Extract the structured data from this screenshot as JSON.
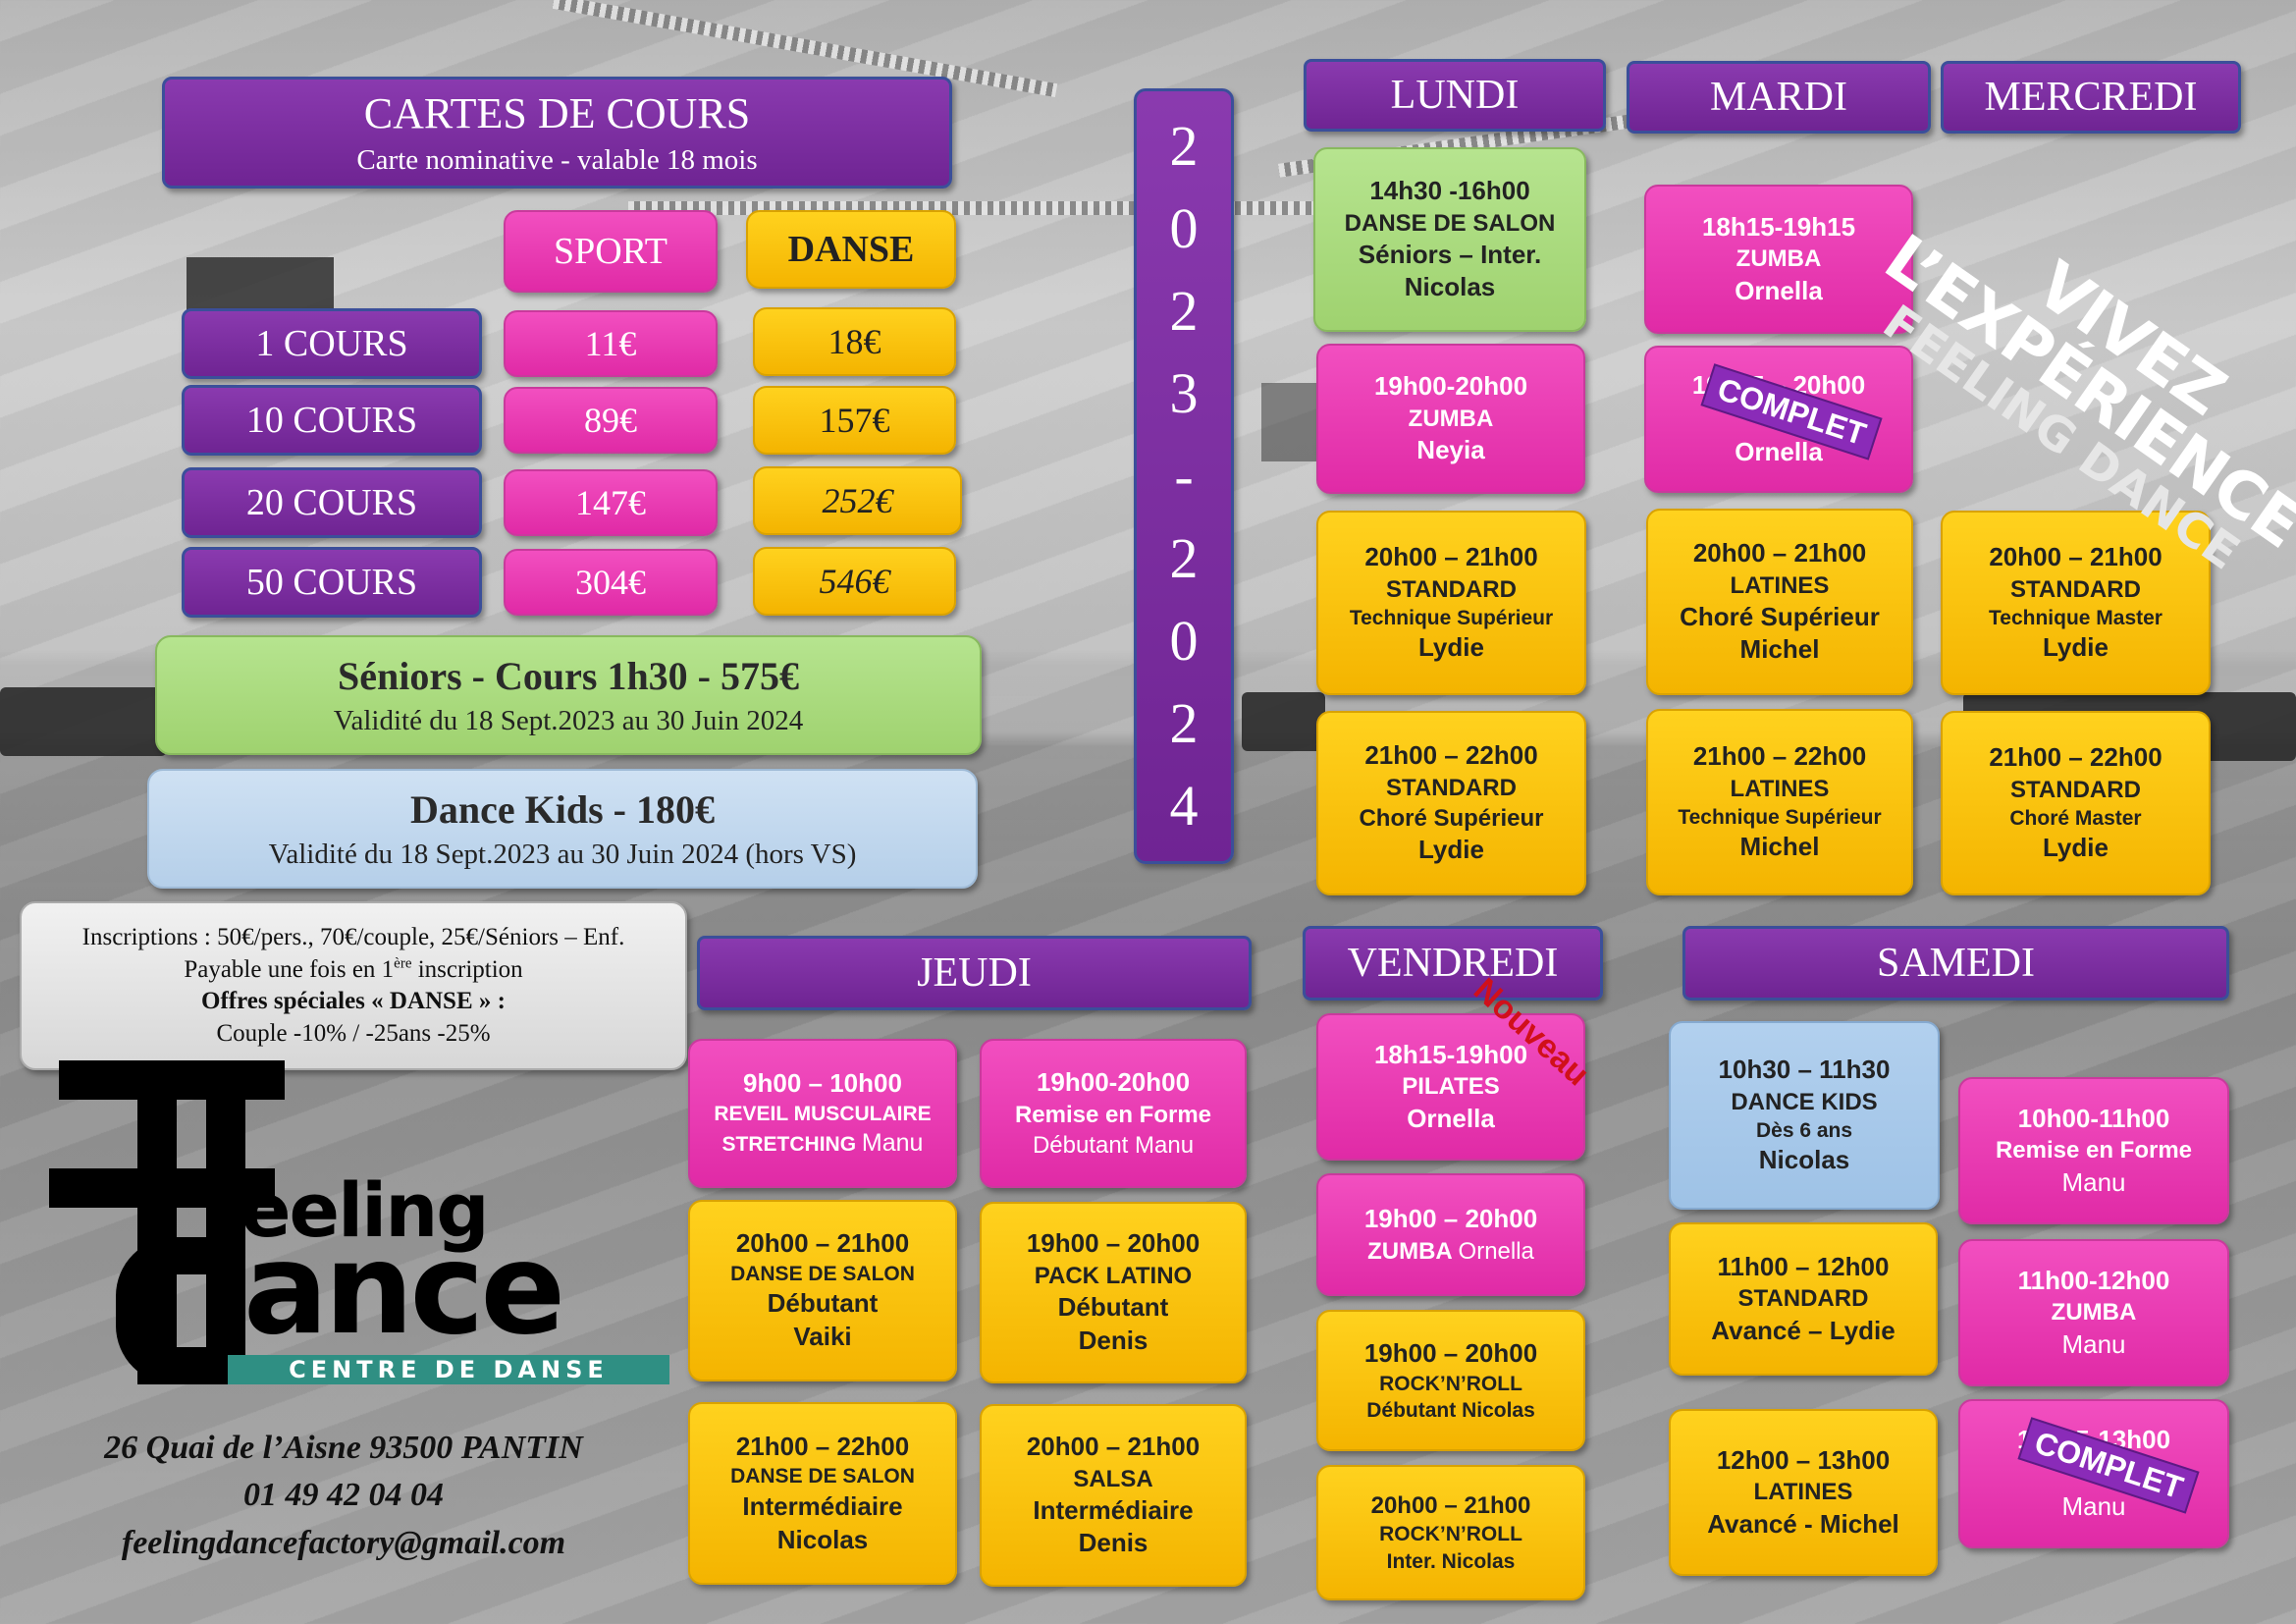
{
  "cards": {
    "title": "CARTES DE COURS",
    "subtitle": "Carte nominative - valable 18 mois",
    "col_sport": "SPORT",
    "col_danse": "DANSE",
    "rows": [
      {
        "label": "1 COURS",
        "sport": "11€",
        "danse": "18€"
      },
      {
        "label": "10 COURS",
        "sport": "89€",
        "danse": "157€"
      },
      {
        "label": "20 COURS",
        "sport": "147€",
        "danse": "252€"
      },
      {
        "label": "50 COURS",
        "sport": "304€",
        "danse": "546€"
      }
    ],
    "seniors": {
      "title": "Séniors - Cours 1h30 - 575€",
      "validity": "Validité du 18 Sept.2023 au 30 Juin 2024"
    },
    "kids": {
      "title": "Dance Kids - 180€",
      "validity": "Validité du 18 Sept.2023 au 30 Juin 2024 (hors VS)"
    }
  },
  "inscriptions": {
    "line1": "Inscriptions : 50€/pers., 70€/couple, 25€/Séniors – Enf.",
    "line2a": "Payable une fois en 1",
    "line2sup": "ère",
    "line2b": " inscription",
    "line3": "Offres spéciales « DANSE » :",
    "line4": "Couple -10% / -25ans -25%"
  },
  "year": [
    "2",
    "0",
    "2",
    "3",
    "-",
    "2",
    "0",
    "2",
    "4"
  ],
  "logo": {
    "word1": "eeling",
    "word2": "ance",
    "tagline": "CENTRE DE DANSE"
  },
  "contact": {
    "address": "26 Quai de l’Aisne 93500 PANTIN",
    "phone": "01 49 42 04 04",
    "email": "feelingdancefactory@gmail.com"
  },
  "slogan": {
    "line1": "VIVEZ",
    "line2": "L’EXPÉRIENCE",
    "line3": "FEELING DANCE"
  },
  "days": {
    "lundi": "LUNDI",
    "mardi": "MARDI",
    "mercredi": "MERCREDI",
    "jeudi": "JEUDI",
    "vendredi": "VENDREDI",
    "samedi": "SAMEDI"
  },
  "badges": {
    "complet": "COMPLET",
    "nouveau": "Nouveau"
  },
  "lundi": [
    {
      "time": "14h30 -16h00",
      "name": "DANSE DE SALON",
      "level": "Séniors – Inter.",
      "teacher": "Nicolas"
    },
    {
      "time": "19h00-20h00",
      "name": "ZUMBA",
      "teacher": "Neyia"
    },
    {
      "time": "20h00 – 21h00",
      "name": "STANDARD",
      "level": "Technique Supérieur",
      "teacher": "Lydie"
    },
    {
      "time": "21h00 – 22h00",
      "name": "STANDARD",
      "level": "Choré Supérieur",
      "teacher": "Lydie"
    }
  ],
  "mardi": [
    {
      "time": "18h15-19h15",
      "name": "ZUMBA",
      "teacher": "Ornella"
    },
    {
      "time": "19h15 – 20h00",
      "teacher": "Ornella"
    },
    {
      "time": "20h00 – 21h00",
      "name": "LATINES",
      "level": "Choré Supérieur",
      "teacher": "Michel"
    },
    {
      "time": "21h00 – 22h00",
      "name": "LATINES",
      "level": "Technique Supérieur",
      "teacher": "Michel"
    }
  ],
  "mercredi": [
    {
      "time": "20h00 – 21h00",
      "name": "STANDARD",
      "level": "Technique Master",
      "teacher": "Lydie"
    },
    {
      "time": "21h00 – 22h00",
      "name": "STANDARD",
      "level": "Choré Master",
      "teacher": "Lydie"
    }
  ],
  "jeudi": [
    {
      "time": "9h00 – 10h00",
      "name": "REVEIL MUSCULAIRE",
      "name2": "STRETCHING",
      "teacher": "Manu"
    },
    {
      "time": "19h00-20h00",
      "name": "Remise en Forme",
      "level": "Débutant",
      "teacher": "Manu"
    },
    {
      "time": "20h00 – 21h00",
      "name": "DANSE DE SALON",
      "level": "Débutant",
      "teacher": "Vaiki"
    },
    {
      "time": "19h00 – 20h00",
      "name": "PACK LATINO",
      "level": "Débutant",
      "teacher": "Denis"
    },
    {
      "time": "21h00 – 22h00",
      "name": "DANSE DE SALON",
      "level": "Intermédiaire",
      "teacher": "Nicolas"
    },
    {
      "time": "20h00 – 21h00",
      "name": "SALSA",
      "level": "Intermédiaire",
      "teacher": "Denis"
    }
  ],
  "vendredi": [
    {
      "time": "18h15-19h00",
      "name": "PILATES",
      "teacher": "Ornella"
    },
    {
      "time": "19h00 – 20h00",
      "name": "ZUMBA",
      "teacher": "Ornella"
    },
    {
      "time": "19h00 – 20h00",
      "name": "ROCK’N’ROLL",
      "level": "Débutant",
      "teacher": "Nicolas"
    },
    {
      "time": "20h00 – 21h00",
      "name": "ROCK’N’ROLL",
      "level": "Inter.",
      "teacher": "Nicolas"
    }
  ],
  "samedi": [
    {
      "time": "10h30 – 11h30",
      "name": "DANCE KIDS",
      "level": "Dès 6 ans",
      "teacher": "Nicolas"
    },
    {
      "time": "10h00-11h00",
      "name": "Remise en Forme",
      "teacher": "Manu"
    },
    {
      "time": "11h00 – 12h00",
      "name": "STANDARD",
      "level": "Avancé – Lydie"
    },
    {
      "time": "11h00-12h00",
      "name": "ZUMBA",
      "teacher": "Manu"
    },
    {
      "time": "12h00 – 13h00",
      "name": "LATINES",
      "level": "Avancé - Michel"
    },
    {
      "time": "12h15-13h00",
      "teacher": "Manu"
    }
  ],
  "colors": {
    "purple": "#7a2ca0",
    "pink": "#e83bb3",
    "yellow": "#f8c20c",
    "green": "#a8d87e",
    "blue": "#c3d8ee",
    "teal": "#2f8f83"
  }
}
